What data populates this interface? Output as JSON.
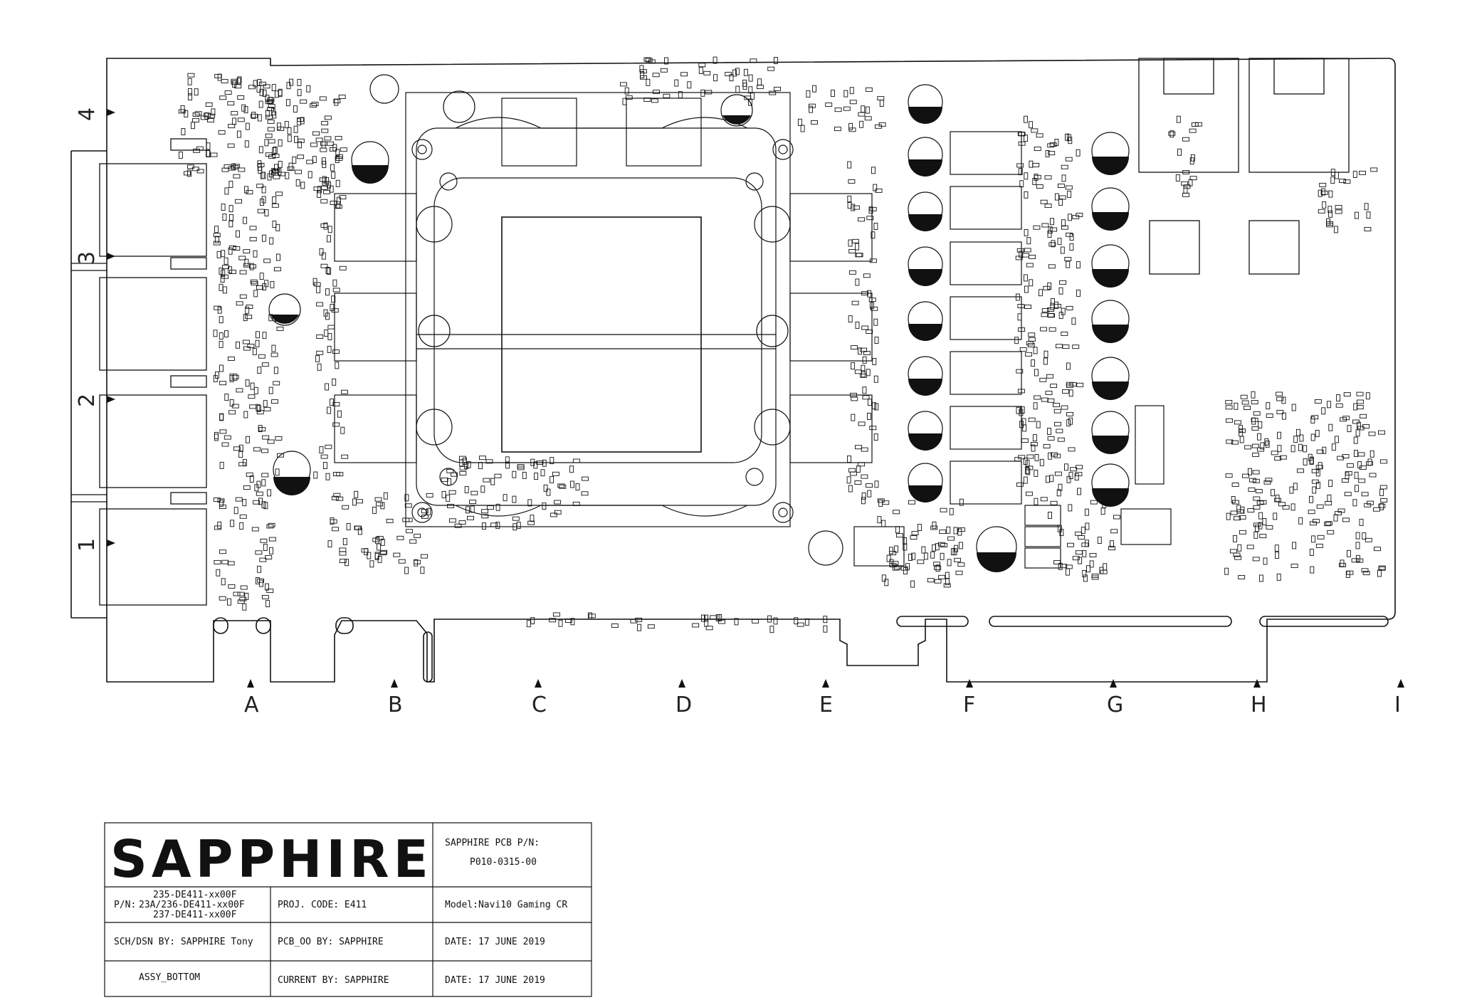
{
  "drawing": {
    "stroke_color": "#111111",
    "background": "#ffffff"
  },
  "axis": {
    "rows": [
      "4",
      "3",
      "2",
      "1"
    ],
    "columns": [
      "A",
      "B",
      "C",
      "D",
      "E",
      "F",
      "G",
      "H",
      "I"
    ]
  },
  "title_block": {
    "logo": "SAPPHIRE",
    "pcb_pn_label": "SAPPHIRE PCB P/N:",
    "pcb_pn_value": "P010-0315-00",
    "pn_prefix": "P/N:",
    "pn_lines": [
      "235-DE411-xx00F",
      "23A/236-DE411-xx00F",
      "237-DE411-xx00F"
    ],
    "proj_code": "PROJ. CODE:  E411",
    "model": "Model:Navi10 Gaming CR",
    "sch_dsn": "SCH/DSN BY: SAPPHIRE Tony",
    "pcb_by": "PCB_OO BY: SAPPHIRE",
    "date1": "DATE:   17 JUNE 2019",
    "assy": "ASSY_BOTTOM",
    "current_by": "CURRENT BY:  SAPPHIRE",
    "date2": "DATE:   17 JUNE 2019"
  }
}
